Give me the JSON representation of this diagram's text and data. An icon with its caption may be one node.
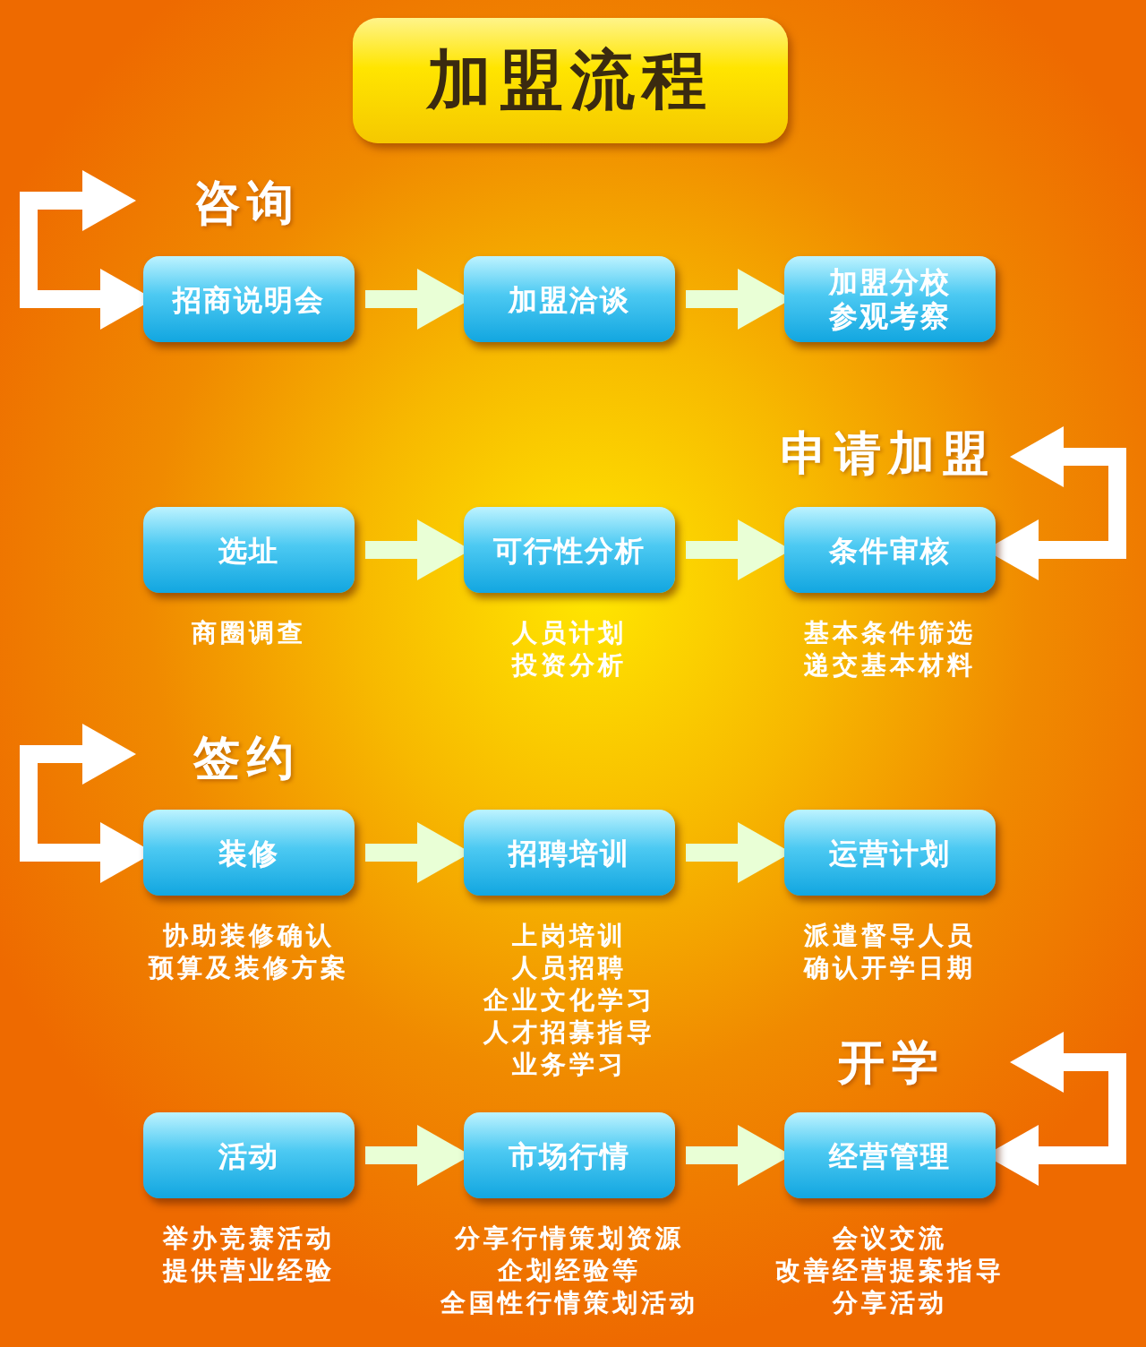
{
  "diagram": {
    "title": "加盟流程",
    "nodes": [
      {
        "text": [
          "招商说明会"
        ]
      },
      {
        "text": [
          "加盟洽谈"
        ]
      },
      {
        "text": [
          "加盟分校参观考察"
        ]
      },
      {
        "text": [
          "选址"
        ],
        "beside": [
          "商圈调查"
        ]
      },
      {
        "text": [
          "可行性分析"
        ],
        "beside": [
          "人员计划",
          "投资分析"
        ]
      },
      {
        "text": [
          "条件审核"
        ],
        "beside": [
          "基本条件筛选",
          "递交基本材料"
        ]
      },
      {
        "text": [
          "装修"
        ],
        "beside": [
          "协助装修确认",
          "预算及装修方案"
        ]
      },
      {
        "text": [
          "招聘培训"
        ],
        "beside": [
          "上岗培训",
          "人员招聘",
          "企业文化学习",
          "人才招募指导",
          "业务学习"
        ]
      },
      {
        "text": [
          "运营计划"
        ],
        "beside": [
          "派遣督导人员",
          "确认开学日期"
        ]
      },
      {
        "text": [
          "活动"
        ],
        "beside": [
          "举办竞赛活动",
          "提供营业经验"
        ]
      },
      {
        "text": [
          "市场行情"
        ],
        "beside": [
          "分享行情策划资源",
          "企划经验等",
          "全国性行情策划活动"
        ]
      },
      {
        "text": [
          "经营管理"
        ],
        "beside": [
          "会议交流",
          "改善经营提案指导",
          "分享活动"
        ]
      }
    ],
    "edges": [
      {
        "from": 0,
        "to": 1,
        "arrow": "to"
      },
      {
        "from": 1,
        "to": 2,
        "arrow": "to"
      },
      {
        "from": 3,
        "to": 4,
        "arrow": "to"
      },
      {
        "from": 4,
        "to": 5,
        "arrow": "to"
      },
      {
        "from": 6,
        "to": 7,
        "arrow": "to"
      },
      {
        "from": 7,
        "to": 8,
        "arrow": "to"
      },
      {
        "from": 9,
        "to": 10,
        "arrow": "to"
      },
      {
        "from": 10,
        "to": 11,
        "arrow": "to"
      },
      {
        "from": null,
        "to": 0,
        "arrow": "both"
      },
      {
        "from": null,
        "to": 5,
        "arrow": "both"
      },
      {
        "from": null,
        "to": 6,
        "arrow": "both"
      },
      {
        "from": null,
        "to": 11,
        "arrow": "both"
      }
    ],
    "labels": [
      "咨询",
      "申请加盟",
      "签约",
      "开学"
    ]
  }
}
